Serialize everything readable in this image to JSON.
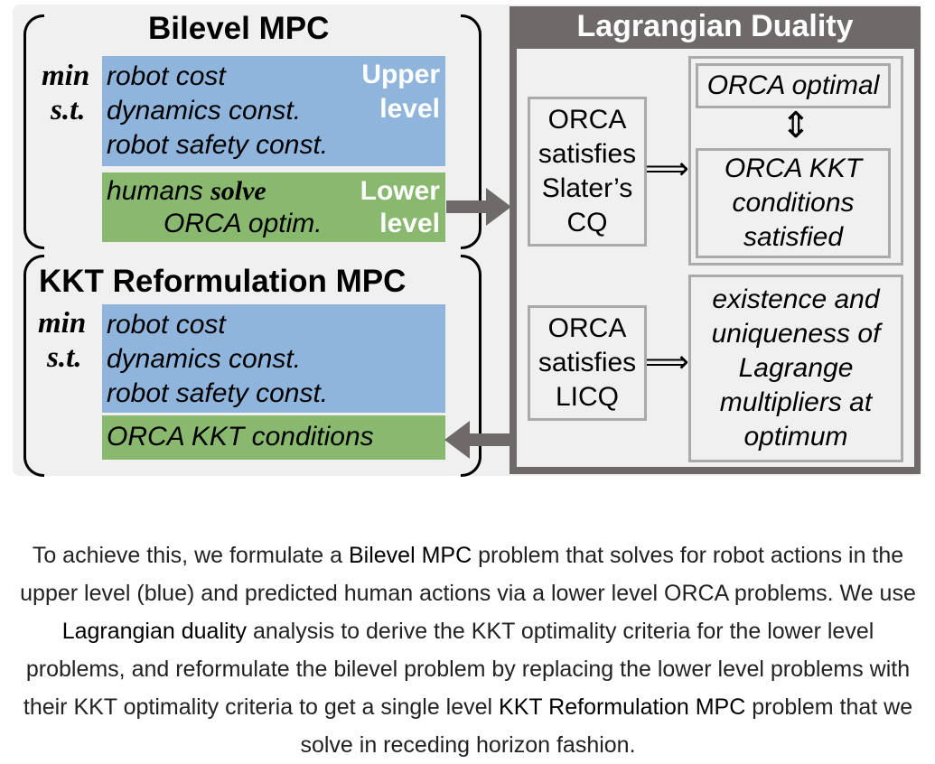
{
  "bilevel": {
    "title": "Bilevel MPC",
    "min": "min",
    "st": "s.t.",
    "upper_lines": [
      "robot cost",
      "dynamics const.",
      "robot safety const."
    ],
    "upper_label": [
      "Upper",
      "level"
    ],
    "lower_line1_a": "humans ",
    "lower_line1_b": "solve",
    "lower_line2": "ORCA optim.",
    "lower_label": [
      "Lower",
      "level"
    ]
  },
  "kkt": {
    "title": "KKT Reformulation MPC",
    "min": "min",
    "st": "s.t.",
    "upper_lines": [
      "robot cost",
      "dynamics const.",
      "robot safety const."
    ],
    "kkt_line": "ORCA KKT conditions"
  },
  "duality": {
    "title": "Lagrangian Duality",
    "slater_box": [
      "ORCA",
      "satisfies",
      "Slater’s",
      "CQ"
    ],
    "orca_optimal": "ORCA optimal",
    "equiv_arrow": "⇕",
    "implies_arrow": "⟹",
    "kkt_satisfied": [
      "ORCA KKT",
      "conditions",
      "satisfied"
    ],
    "licq_box": [
      "ORCA",
      "satisfies",
      "LICQ"
    ],
    "existence_box": [
      "existence and",
      "uniqueness of",
      "Lagrange",
      "multipliers at",
      "optimum"
    ]
  },
  "colors": {
    "upper_blue": "#8fb5dd",
    "lower_green": "#89b86f",
    "duality_frame": "#6e6a6a",
    "arrow_gray": "#6e6a6a"
  },
  "caption": {
    "p1": "To achieve this, we formulate a ",
    "b1": "Bilevel MPC",
    "p2": " problem that solves for robot actions in the upper level (blue) and predicted human actions via a lower level ORCA problems. We use ",
    "b2": "Lagrangian duality",
    "p3": " analysis to derive the KKT optimality criteria for the lower level problems, and reformulate the bilevel problem by replacing the lower level problems with their KKT optimality criteria to get a single level ",
    "b3": "KKT Reformulation MPC",
    "p4": " problem that we solve in receding horizon fashion."
  }
}
